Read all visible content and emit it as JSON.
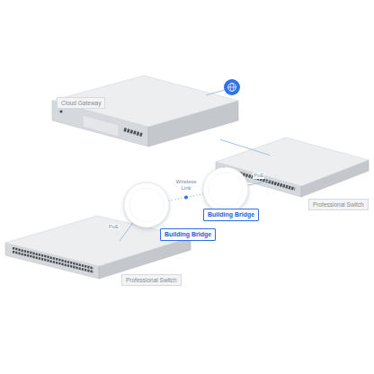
{
  "diagram": {
    "nodes": [
      {
        "text": [
          "Cloud Gateway"
        ]
      },
      {
        "text": [
          "Professional Switch"
        ]
      },
      {
        "text": [
          "Building Bridge"
        ]
      },
      {
        "text": [
          "Building Bridge"
        ]
      },
      {
        "text": [
          "Professional Switch"
        ]
      }
    ],
    "edges": [
      {
        "from": 0,
        "to": 1,
        "arrow": "none"
      },
      {
        "from": 1,
        "to": 2,
        "label": "PoE",
        "arrow": "none"
      },
      {
        "from": 2,
        "to": 3,
        "label": "Wireless Link",
        "arrow": "none"
      },
      {
        "from": 3,
        "to": 4,
        "label": "PoE",
        "arrow": "none"
      }
    ]
  }
}
